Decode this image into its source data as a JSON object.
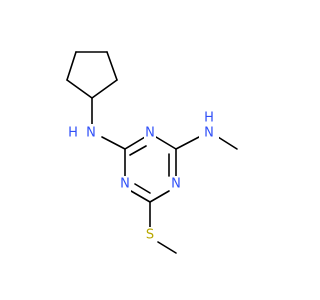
{
  "molecule": {
    "atoms": {
      "n_ring_top": {
        "symbol": "N",
        "color": "#3050F8"
      },
      "n_ring_left": {
        "symbol": "N",
        "color": "#3050F8"
      },
      "n_ring_right": {
        "symbol": "N",
        "color": "#3050F8"
      },
      "nh_cyclopentyl": {
        "symbol": "H",
        "symbol2": "N",
        "color": "#3050F8"
      },
      "nh_methyl": {
        "symbol": "H",
        "symbol2": "N",
        "color": "#3050F8"
      },
      "s_thio": {
        "symbol": "S",
        "color": "#B8A800"
      }
    },
    "bond_color": "#000000"
  }
}
